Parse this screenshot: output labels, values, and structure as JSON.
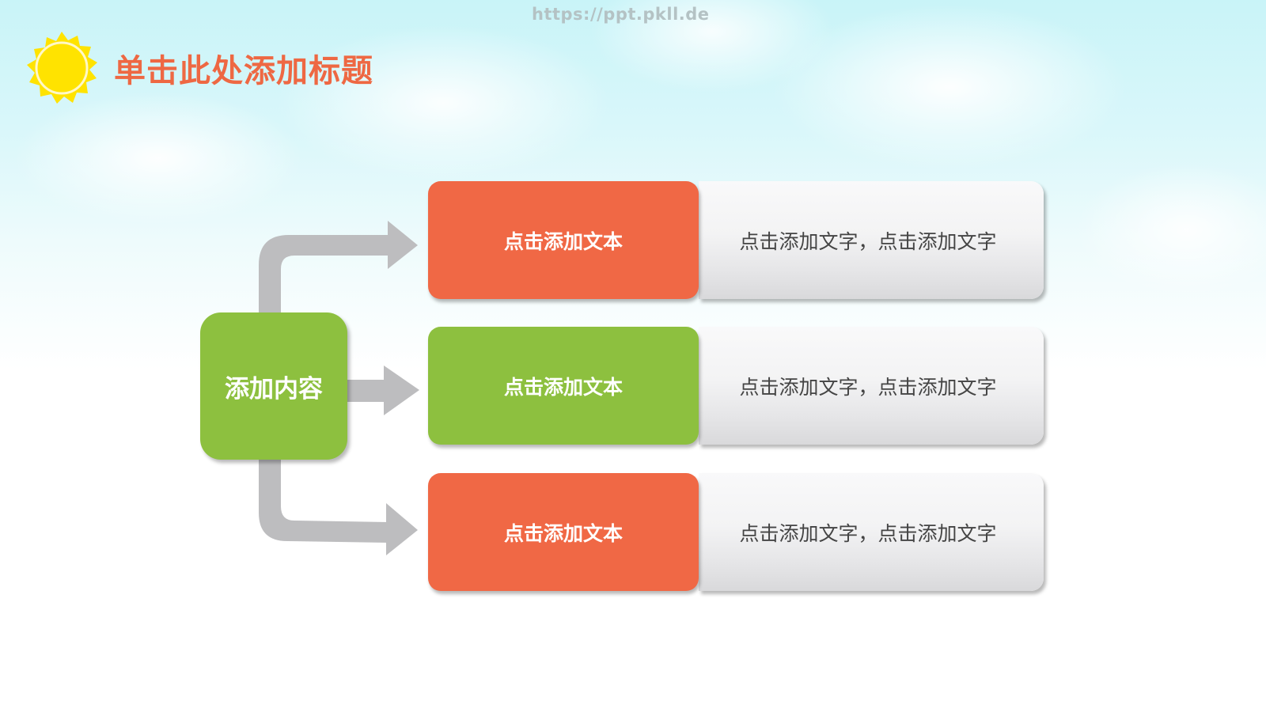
{
  "watermark": "https://ppt.pkll.de",
  "header": {
    "icon": "sun-icon",
    "title": "单击此处添加标题"
  },
  "diagram": {
    "center": {
      "label": "添加内容",
      "color": "#8DC03F"
    },
    "arrow_color": "#BDBDBF",
    "rows": [
      {
        "label": "点击添加文本",
        "text": "点击添加文字，点击添加文字",
        "color": "#F06845"
      },
      {
        "label": "点击添加文本",
        "text": "点击添加文字，点击添加文字",
        "color": "#8DC03F"
      },
      {
        "label": "点击添加文本",
        "text": "点击添加文字，点击添加文字",
        "color": "#F06845"
      }
    ]
  },
  "colors": {
    "title": "#EE6843",
    "orange": "#F06845",
    "green": "#8DC03F",
    "sun": "#FFE500",
    "desc_text": "#444444"
  }
}
